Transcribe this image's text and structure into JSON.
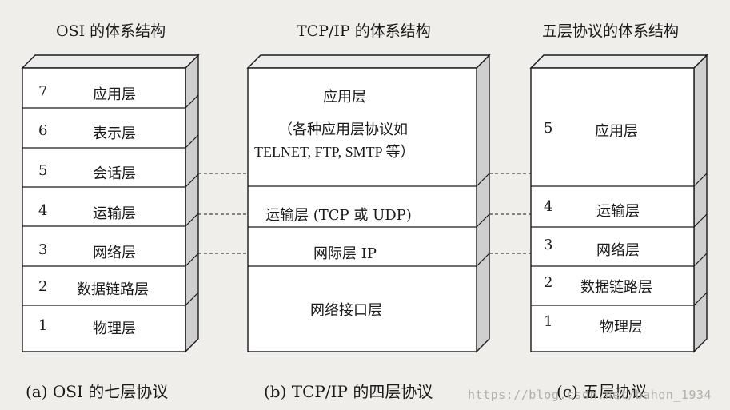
{
  "columns": [
    {
      "title": "OSI 的体系结构",
      "caption": "(a) OSI 的七层协议",
      "layers": [
        {
          "num": "7",
          "name": "应用层"
        },
        {
          "num": "6",
          "name": "表示层"
        },
        {
          "num": "5",
          "name": "会话层"
        },
        {
          "num": "4",
          "name": "运输层"
        },
        {
          "num": "3",
          "name": "网络层"
        },
        {
          "num": "2",
          "name": "数据链路层"
        },
        {
          "num": "1",
          "name": "物理层"
        }
      ]
    },
    {
      "title": "TCP/IP 的体系结构",
      "caption": "(b) TCP/IP 的四层协议",
      "layers": [
        {
          "name": "应用层",
          "line2": "（各种应用层协议如",
          "line3": "TELNET, FTP, SMTP 等）"
        },
        {
          "name": "运输层 (TCP 或 UDP)"
        },
        {
          "name": "网际层 IP"
        },
        {
          "name": "网络接口层"
        }
      ]
    },
    {
      "title": "五层协议的体系结构",
      "caption": "(c) 五层协议",
      "layers": [
        {
          "num": "5",
          "name": "应用层"
        },
        {
          "num": "4",
          "name": "运输层"
        },
        {
          "num": "3",
          "name": "网络层"
        },
        {
          "num": "2",
          "name": "数据链路层"
        },
        {
          "num": "1",
          "name": "物理层"
        }
      ]
    }
  ],
  "watermark": "https://blog.csdn.net/bahon_1934",
  "colors": {
    "front": "#ffffff",
    "side": "#cfcfcf",
    "top": "#ececec",
    "stroke": "#1a1a1a",
    "background": "#efeeea"
  }
}
